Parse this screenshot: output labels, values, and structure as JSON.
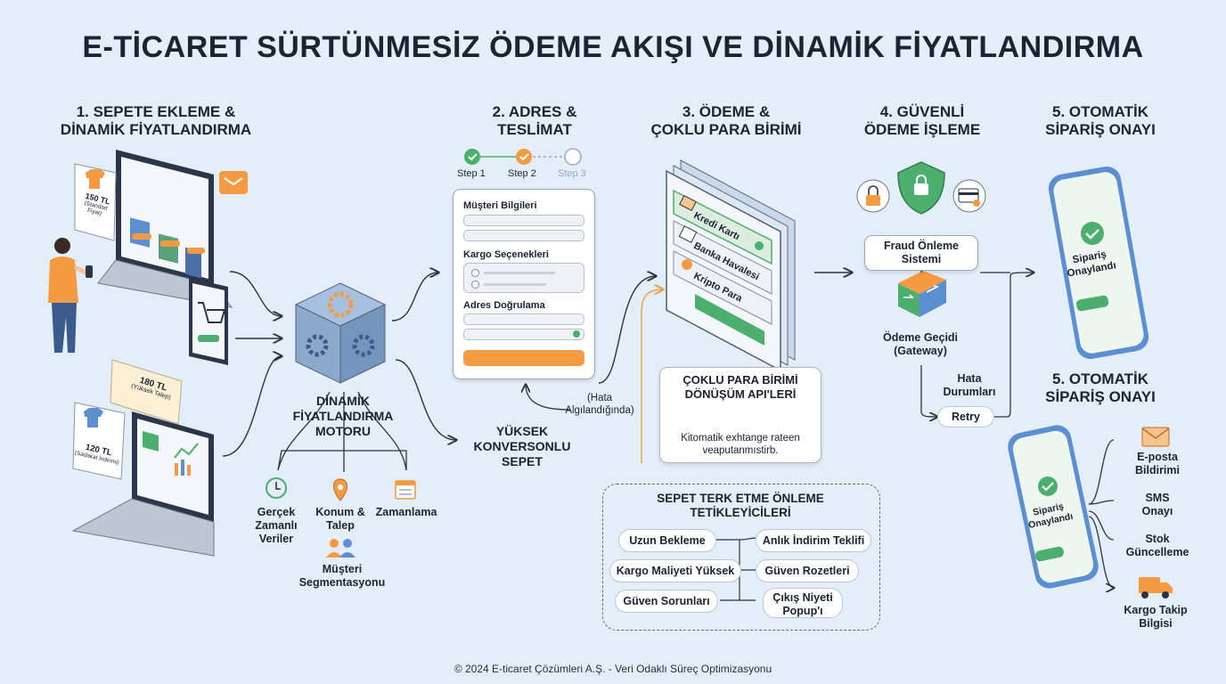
{
  "title": "E-TİCARET SÜRTÜNMESİZ ÖDEME AKIŞI VE DİNAMİK FİYATLANDIRMA",
  "colors": {
    "background": "#e3eef9",
    "accent_orange": "#f39a43",
    "accent_green": "#4caf6e",
    "dark_text": "#1b2434"
  },
  "section1": {
    "title_line1": "1. SEPETE EKLEME &",
    "title_line2": "DİNAMİK FİYATLANDIRMA",
    "tag1_price": "150 TL",
    "tag1_sub": "(Standart Fiyat)",
    "tag2_price": "180 TL",
    "tag2_sub": "(Yüksek Talep)",
    "tag3_price": "120 TL",
    "tag3_sub": "(Sadakat İndirimi)"
  },
  "engine": {
    "line1": "DİNAMİK",
    "line2": "FİYATLANDIRMA",
    "line3": "MOTORU",
    "factors": [
      {
        "icon": "clock-icon",
        "label": "Gerçek Zamanlı Veriler"
      },
      {
        "icon": "location-icon",
        "label": "Konum & Talep"
      },
      {
        "icon": "calendar-icon",
        "label": "Zamanlama"
      },
      {
        "icon": "users-icon",
        "label": "Müşteri Segmentasyonu"
      }
    ],
    "conv_line1": "YÜKSEK",
    "conv_line2": "KONVERSONLU",
    "conv_line3": "SEPET"
  },
  "section2": {
    "title_line1": "2. ADRES &",
    "title_line2": "TESLİMAT",
    "steps": [
      "Step 1",
      "Step 2",
      "Step 3"
    ],
    "form_customer": "Müşteri Bilgileri",
    "form_shipping": "Kargo Seçenekleri",
    "form_address": "Adres Doğrulama",
    "error_line1": "(Hata",
    "error_line2": "Algılandığında)"
  },
  "section3": {
    "title_line1": "3. ÖDEME &",
    "title_line2": "ÇOKLU PARA BİRİMİ",
    "methods": [
      "Kredi Kartı",
      "Banka Havalesi",
      "Kripto Para"
    ],
    "currency_title1": "ÇOKLU PARA BİRİMİ",
    "currency_title2": "DÖNÜŞÜM API'LERİ",
    "currency_text1": "Kitomatik exhtange rateen",
    "currency_text2": "veaputanmıstirb."
  },
  "abandon": {
    "title1": "SEPET TERK ETME ÖNLEME",
    "title2": "TETİKLEYİCİLERİ",
    "causes": [
      "Uzun Bekleme",
      "Kargo Maliyeti Yüksek",
      "Güven Sorunları"
    ],
    "triggers": [
      "Anlık İndirim Teklifi",
      "Güven Rozetleri",
      "Çıkış Niyeti Popup'ı"
    ]
  },
  "section4": {
    "title_line1": "4. GÜVENLİ",
    "title_line2": "ÖDEME İŞLEME",
    "fraud_line1": "Fraud Önleme",
    "fraud_line2": "Sistemi",
    "gateway_line1": "Ödeme Geçidi",
    "gateway_line2": "(Gateway)",
    "error_line1": "Hata",
    "error_line2": "Durumları",
    "retry": "Retry"
  },
  "section5": {
    "title_line1": "5. OTOMATİK",
    "title_line2": "SİPARİŞ ONAYI",
    "title2_line1": "5. OTOMATİK",
    "title2_line2": "SİPARİŞ ONAYI",
    "phone_line1": "Sipariş",
    "phone_line2": "Onaylandı",
    "outputs": [
      {
        "icon": "email-icon",
        "line1": "E-posta",
        "line2": "Bildirimi"
      },
      {
        "icon": "sms-icon",
        "line1": "SMS",
        "line2": "Onayı"
      },
      {
        "icon": "stock-icon",
        "line1": "Stok",
        "line2": "Güncelleme"
      },
      {
        "icon": "truck-icon",
        "line1": "Kargo Takip",
        "line2": "Bilgisi"
      }
    ]
  },
  "footer": "© 2024 E-ticaret Çözümleri A.Ş. - Veri Odaklı Süreç Optimizasyonu"
}
